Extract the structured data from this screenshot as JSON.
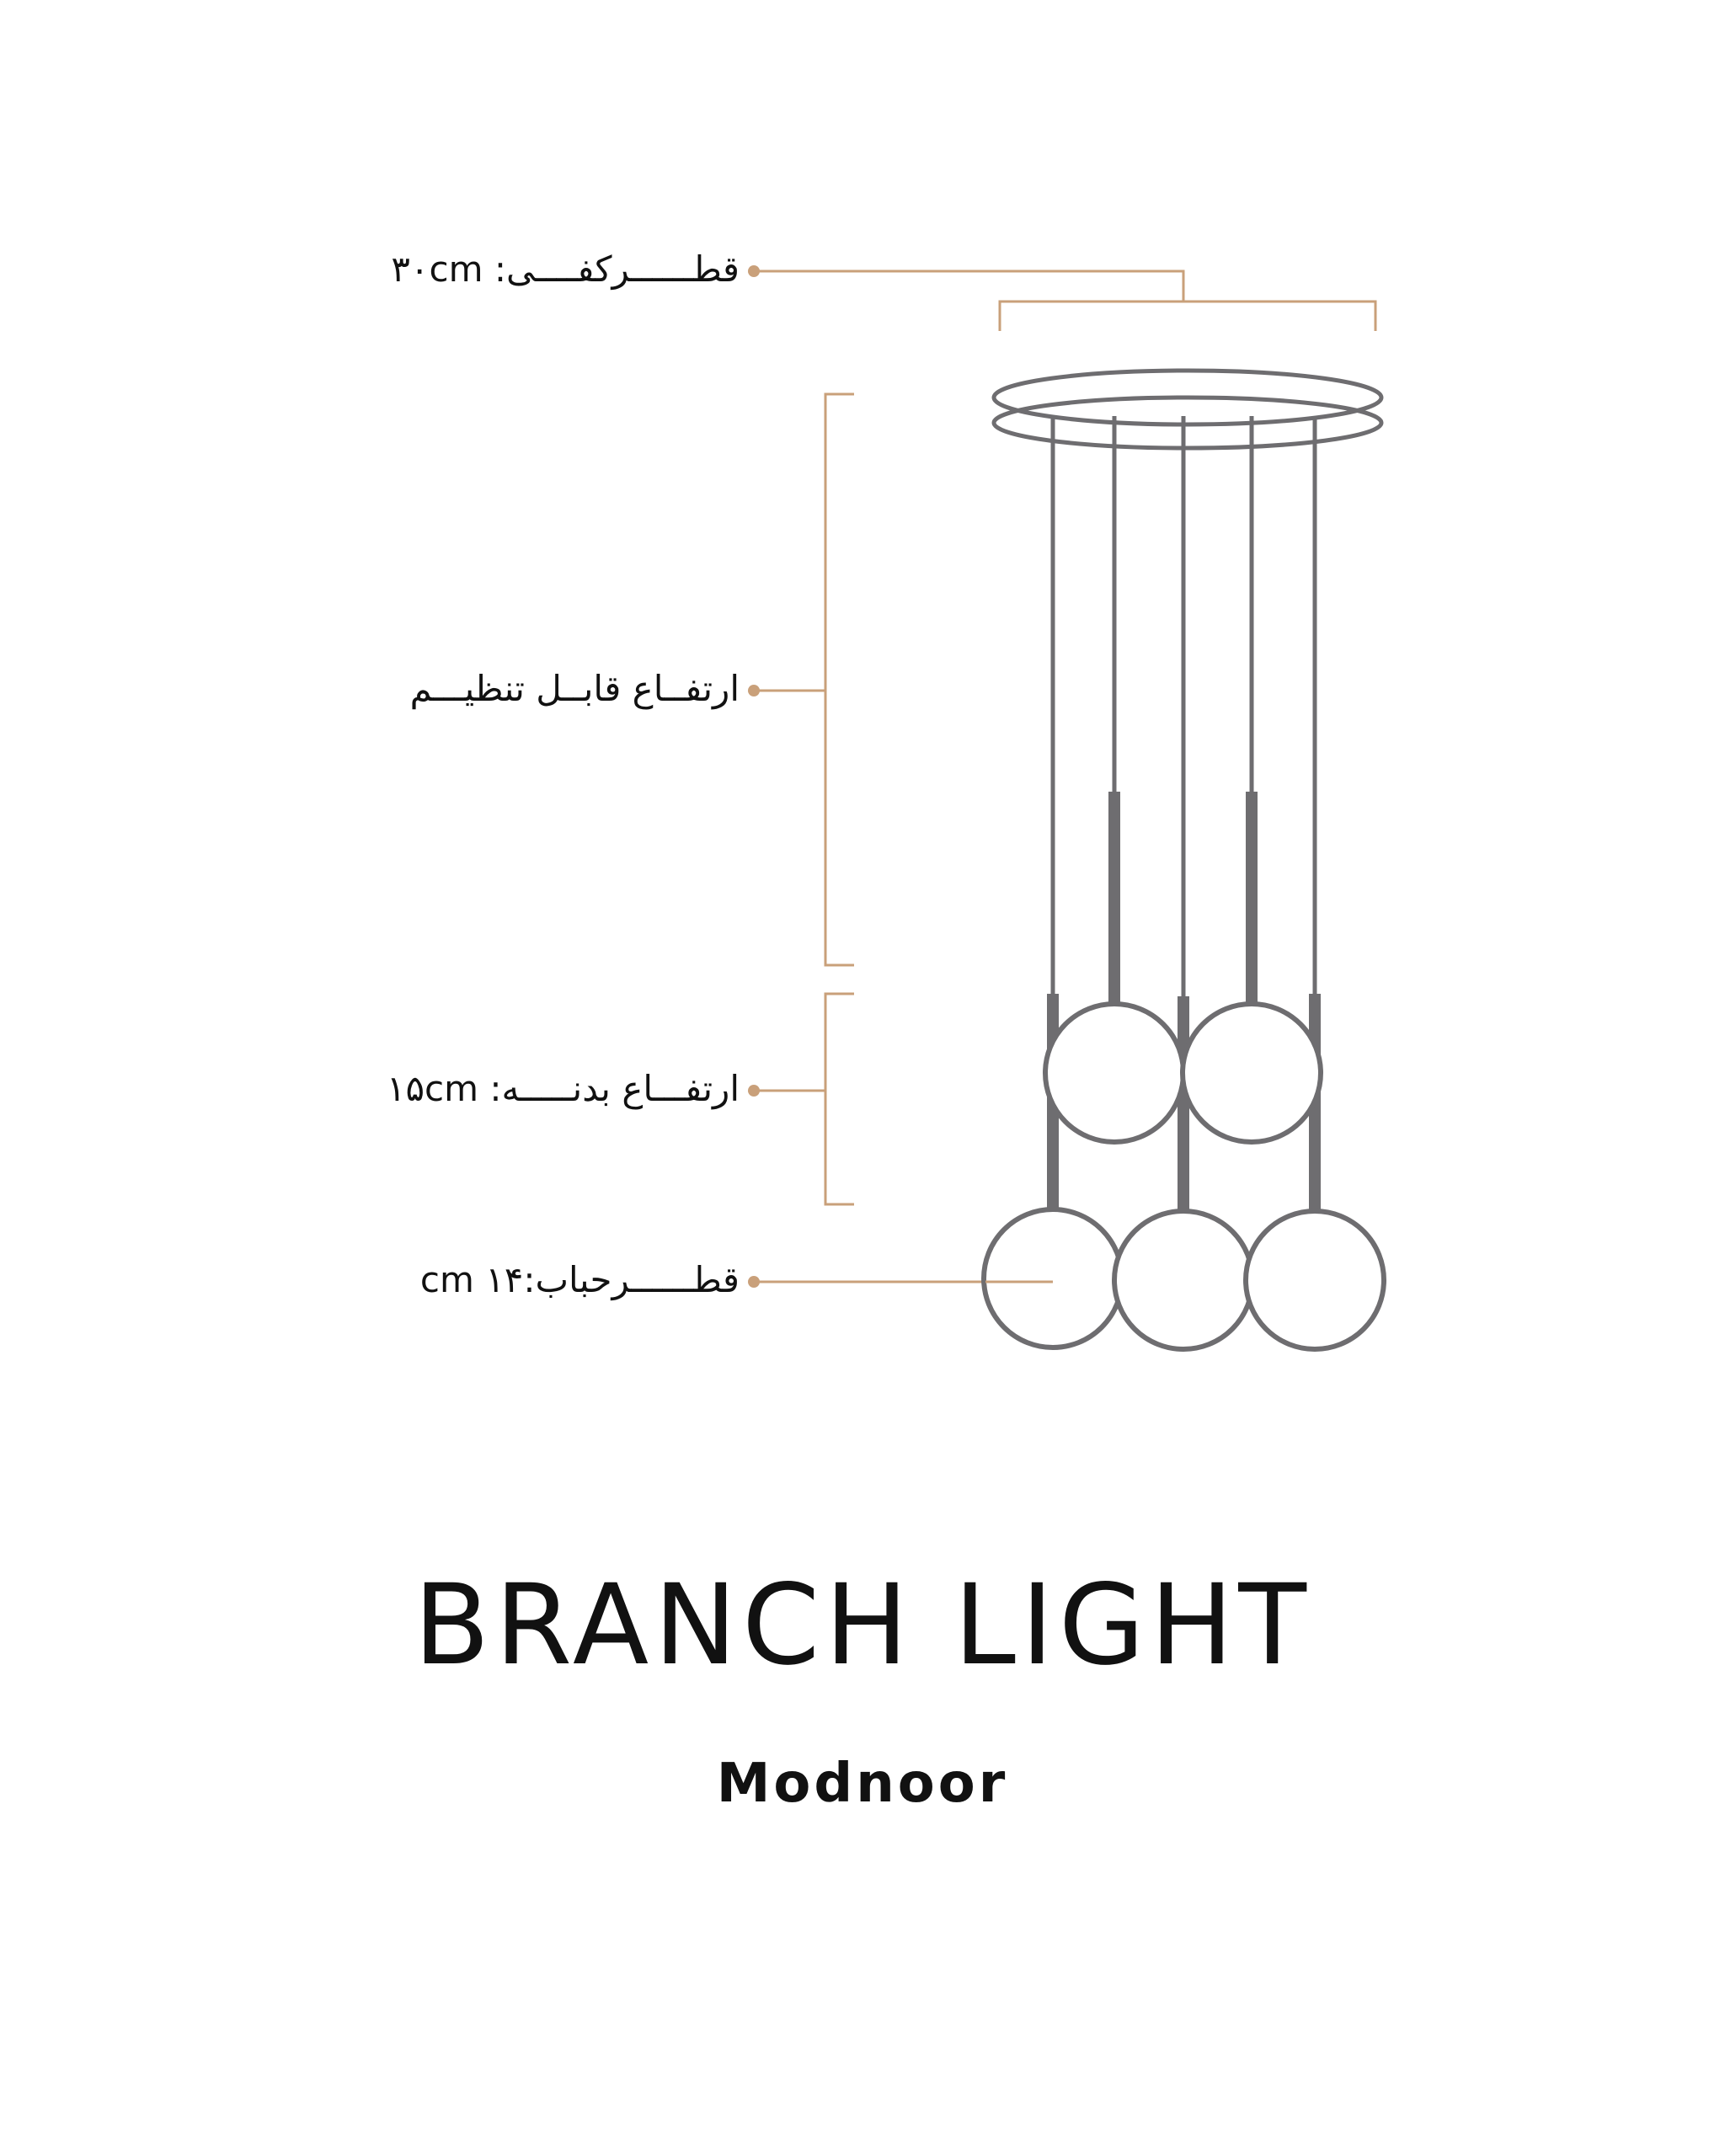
{
  "dimensions": {
    "canopy_diameter": "قطــــــرکفــــی: ۳۰cm",
    "adjustable_height": "ارتفــاع قابــل تنظیـــم",
    "body_height": "ارتفـــاع بدنـــــه: ۱۵cm",
    "bulb_diameter": "قطــــــرحباب:cm ۱۴"
  },
  "product": {
    "name": "BRANCH LIGHT",
    "brand": "Modnoor"
  },
  "colors": {
    "dimension_line": "#c9a07a",
    "fixture": "#6e6d70",
    "text": "#111111",
    "background": "#ffffff"
  }
}
